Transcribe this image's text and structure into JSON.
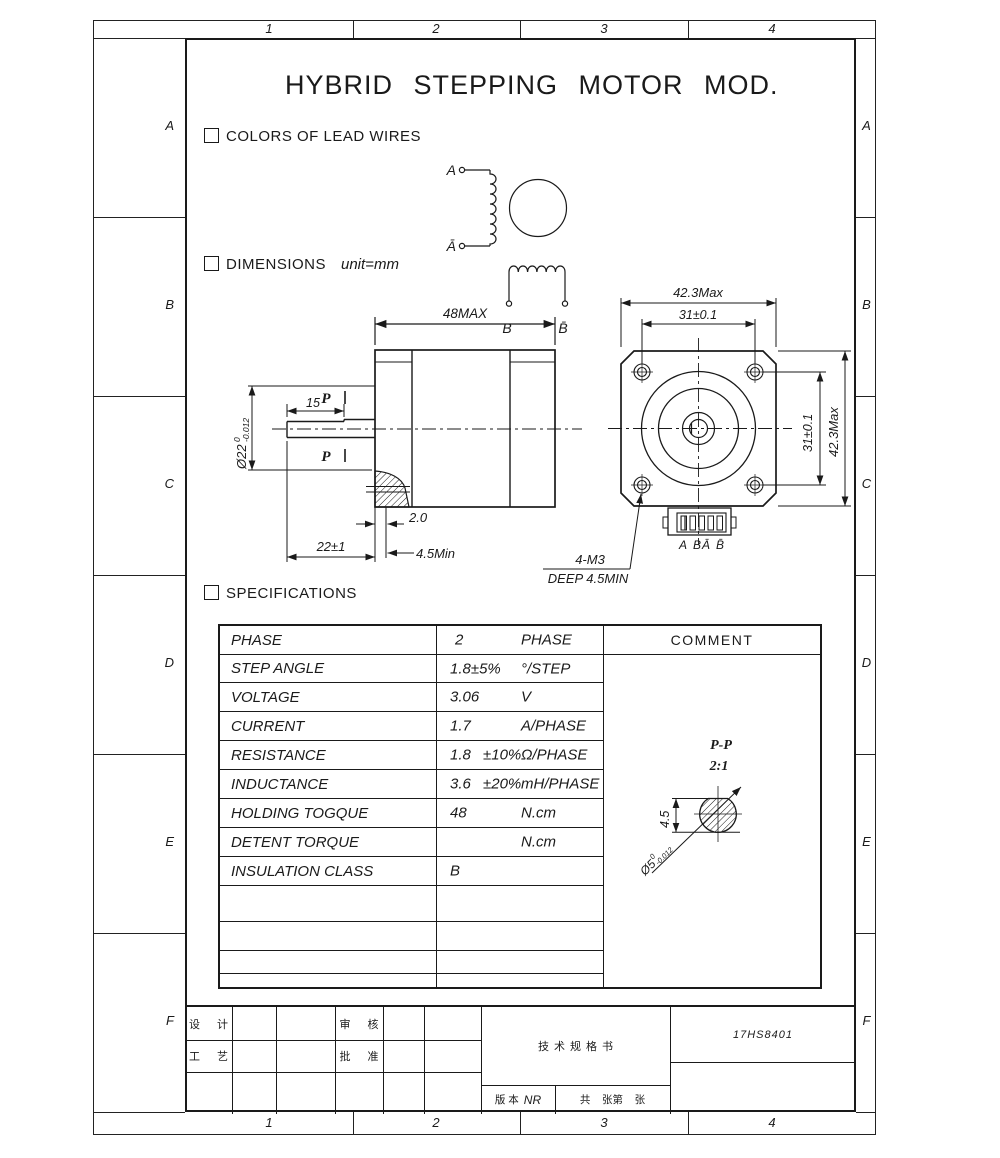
{
  "drawing": {
    "title": "HYBRID STEPPING MOTOR MOD.",
    "zones": {
      "cols": [
        "1",
        "2",
        "3",
        "4"
      ],
      "rows": [
        "A",
        "B",
        "C",
        "D",
        "E",
        "F"
      ]
    },
    "sections": {
      "lead_wires": "COLORS OF LEAD WIRES",
      "dimensions": "DIMENSIONS",
      "dimensions_unit": "unit=mm",
      "specifications": "SPECIFICATIONS"
    },
    "schematic": {
      "a": "A",
      "a_bar": "Ā",
      "b": "B",
      "b_bar": "B̄"
    },
    "side_view": {
      "len_max": "48MAX",
      "flat_len": "15",
      "section": "P",
      "dia": "Ø22",
      "dia_tol_up": "0",
      "dia_tol_low": "-0.012",
      "boss_depth": "2.0",
      "shaft_min": "4.5Min",
      "shaft_len": "22±1"
    },
    "front_view": {
      "w_max": "42.3Max",
      "hole_h": "31±0.1",
      "hole_v": "31±0.1",
      "h_max": "42.3Max",
      "callout1": "4-M3",
      "callout2": "DEEP 4.5MIN",
      "pin_a": "A",
      "pin_b": "B",
      "pin_abar": "Ā",
      "pin_bbar": "B̄"
    },
    "detail": {
      "name": "P-P",
      "scale": "2:1",
      "flat": "4.5",
      "dia": "Ø5",
      "tol_up": "0",
      "tol_low": "-0.012"
    },
    "spec_table": {
      "comment": "COMMENT",
      "rows": [
        {
          "label": "PHASE",
          "value": "2",
          "tol": "",
          "unit": "PHASE"
        },
        {
          "label": "STEP  ANGLE",
          "value": "1.8±5%",
          "tol": "",
          "unit": "°/STEP"
        },
        {
          "label": "VOLTAGE",
          "value": "3.06",
          "tol": "",
          "unit": "V"
        },
        {
          "label": "CURRENT",
          "value": "1.7",
          "tol": "",
          "unit": "A/PHASE"
        },
        {
          "label": "RESISTANCE",
          "value": "1.8",
          "tol": "±10%",
          "unit": "Ω/PHASE"
        },
        {
          "label": "INDUCTANCE",
          "value": "3.6",
          "tol": "±20%",
          "unit": "mH/PHASE"
        },
        {
          "label": "HOLDING  TOGQUE",
          "value": "48",
          "tol": "",
          "unit": "N.cm"
        },
        {
          "label": "DETENT  TORQUE",
          "value": "",
          "tol": "",
          "unit": "N.cm"
        },
        {
          "label": "INSULATION  CLASS",
          "value": "B",
          "tol": "",
          "unit": ""
        },
        {
          "label": "",
          "value": "",
          "tol": "",
          "unit": ""
        },
        {
          "label": "",
          "value": "",
          "tol": "",
          "unit": ""
        },
        {
          "label": "",
          "value": "",
          "tol": "",
          "unit": ""
        },
        {
          "label": "",
          "value": "",
          "tol": "",
          "unit": ""
        }
      ]
    },
    "title_block": {
      "design": "设 计",
      "check": "审 核",
      "process": "工 艺",
      "approve": "批 准",
      "doc": "技术规格书",
      "part": "17HS8401",
      "version_label": "版 本",
      "version": "NR",
      "sheets": "共    张第    张"
    }
  }
}
